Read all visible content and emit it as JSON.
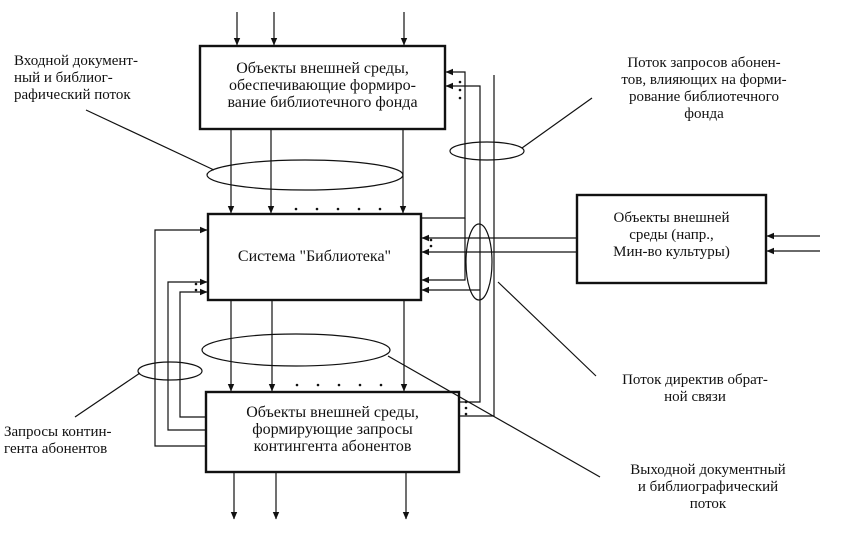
{
  "boxes": {
    "top": "Объекты внешней среды,\nобеспечивающие формиро-\nвание библиотечного фонда",
    "library": "Система \"Библиотека\"",
    "bottom": "Объекты внешней среды,\nформирующие запросы\nконтингента абонентов",
    "ministry": "Объекты внешней\nсреды  (напр.,\nМин-во культуры)"
  },
  "labels": {
    "input_flow": "Входной документ-\nный  и  библиог-\nрафический поток",
    "request_flow": "Поток запросов абонен-\nтов, влияющих на форми-\nрование библиотечного\nфонда",
    "directive_flow": "Поток директив обрат-\nной связи",
    "contingent_requests": "Запросы контин-\nгента абонентов",
    "output_flow": "Выходной документный\nи библиографический\nпоток"
  }
}
